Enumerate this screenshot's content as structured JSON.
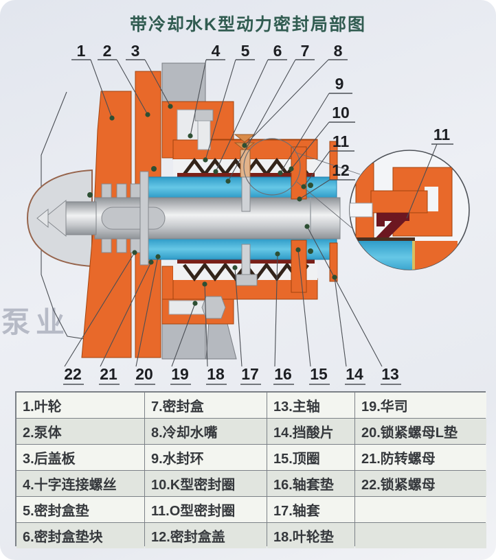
{
  "title": "带冷却水K型动力密封局部图",
  "watermark": "泵业",
  "colors": {
    "casing_orange": "#e8692a",
    "sleeve_blue": "#41b1dc",
    "seal_dark_red": "#6d1721",
    "metal_gray": "#b5b9bf",
    "title_teal": "#315c51",
    "leader_dot_green": "#2d4f33"
  },
  "diagram": {
    "detail_circle_label": "11",
    "callouts": [
      {
        "label": "1",
        "t": [
          118,
          82
        ],
        "u": [
          104,
          87,
          132,
          87
        ],
        "l": [
          132,
          87,
          163,
          172
        ],
        "d": [
          163,
          172
        ]
      },
      {
        "label": "2",
        "t": [
          156,
          82
        ],
        "u": [
          142,
          87,
          170,
          87
        ],
        "l": [
          170,
          87,
          215,
          167
        ],
        "d": [
          215,
          167
        ]
      },
      {
        "label": "3",
        "t": [
          197,
          82
        ],
        "u": [
          183,
          87,
          211,
          87
        ],
        "l": [
          211,
          87,
          248,
          155
        ],
        "d": [
          248,
          155
        ]
      },
      {
        "label": "4",
        "t": [
          314,
          82
        ],
        "u": [
          300,
          87,
          328,
          87
        ],
        "l": [
          300,
          87,
          277,
          198
        ],
        "d": [
          277,
          198
        ]
      },
      {
        "label": "5",
        "t": [
          357,
          82
        ],
        "u": [
          343,
          87,
          371,
          87
        ],
        "l": [
          343,
          87,
          299,
          233
        ],
        "d": [
          299,
          233
        ]
      },
      {
        "label": "6",
        "t": [
          404,
          82
        ],
        "u": [
          390,
          87,
          418,
          87
        ],
        "l": [
          390,
          87,
          314,
          250
        ],
        "d": [
          314,
          250
        ]
      },
      {
        "label": "7",
        "t": [
          444,
          82
        ],
        "u": [
          430,
          87,
          458,
          87
        ],
        "l": [
          430,
          87,
          332,
          264
        ],
        "d": [
          332,
          264
        ]
      },
      {
        "label": "8",
        "t": [
          492,
          82
        ],
        "u": [
          478,
          87,
          506,
          87
        ],
        "l": [
          478,
          87,
          356,
          212
        ],
        "d": [
          356,
          212
        ]
      },
      {
        "label": "9",
        "t": [
          494,
          130
        ],
        "u": [
          479,
          136,
          513,
          136
        ],
        "l": [
          479,
          136,
          408,
          252
        ],
        "d": [
          408,
          252
        ]
      },
      {
        "label": "10",
        "t": [
          496,
          172
        ],
        "u": [
          479,
          178,
          517,
          178
        ],
        "l": [
          479,
          178,
          424,
          246
        ],
        "d": [
          424,
          246
        ]
      },
      {
        "label": "11",
        "t": [
          496,
          214
        ],
        "u": [
          480,
          220,
          516,
          220
        ],
        "l": [
          480,
          220,
          442,
          272
        ],
        "d": [
          442,
          272
        ]
      },
      {
        "label": "12",
        "t": [
          496,
          256
        ],
        "u": [
          480,
          262,
          517,
          262
        ],
        "l": [
          480,
          262,
          436,
          290
        ],
        "d": [
          436,
          290
        ]
      },
      {
        "label": "11",
        "t": [
          643,
          204
        ],
        "u": [
          628,
          210,
          660,
          210
        ],
        "l": [
          636,
          210,
          592,
          318
        ],
        "d": null
      },
      {
        "label": "13",
        "t": [
          568,
          553
        ],
        "u": [
          554,
          560,
          584,
          560
        ],
        "l": [
          556,
          534,
          447,
          330
        ],
        "d": [
          447,
          330
        ]
      },
      {
        "label": "14",
        "t": [
          516,
          553
        ],
        "u": [
          502,
          560,
          532,
          560
        ],
        "l": [
          504,
          534,
          487,
          404
        ],
        "d": [
          487,
          404
        ]
      },
      {
        "label": "15",
        "t": [
          464,
          553
        ],
        "u": [
          450,
          560,
          480,
          560
        ],
        "l": [
          452,
          534,
          434,
          364
        ],
        "d": [
          434,
          364
        ]
      },
      {
        "label": "16",
        "t": [
          412,
          553
        ],
        "u": [
          398,
          560,
          428,
          560
        ],
        "l": [
          400,
          534,
          404,
          370
        ],
        "d": [
          404,
          370
        ]
      },
      {
        "label": "17",
        "t": [
          364,
          553
        ],
        "u": [
          350,
          560,
          380,
          560
        ],
        "l": [
          352,
          534,
          342,
          390
        ],
        "d": [
          342,
          390
        ]
      },
      {
        "label": "18",
        "t": [
          314,
          553
        ],
        "u": [
          300,
          560,
          330,
          560
        ],
        "l": [
          302,
          534,
          298,
          414
        ],
        "d": [
          298,
          414
        ]
      },
      {
        "label": "19",
        "t": [
          262,
          553
        ],
        "u": [
          248,
          560,
          278,
          560
        ],
        "l": [
          250,
          534,
          284,
          442
        ],
        "d": [
          284,
          442
        ]
      },
      {
        "label": "20",
        "t": [
          210,
          553
        ],
        "u": [
          196,
          560,
          226,
          560
        ],
        "l": [
          198,
          534,
          230,
          374
        ],
        "d": [
          230,
          374
        ]
      },
      {
        "label": "21",
        "t": [
          158,
          553
        ],
        "u": [
          144,
          560,
          174,
          560
        ],
        "l": [
          146,
          534,
          220,
          382
        ],
        "d": [
          220,
          382
        ]
      },
      {
        "label": "22",
        "t": [
          106,
          553
        ],
        "u": [
          92,
          560,
          122,
          560
        ],
        "l": [
          94,
          534,
          196,
          368
        ],
        "d": [
          196,
          368
        ]
      }
    ]
  },
  "table": {
    "columns": [
      [
        "1.叶轮",
        "2.泵体",
        "3.后盖板",
        "4.十字连接螺丝",
        "5.密封盒垫",
        "6.密封盒垫块"
      ],
      [
        "7.密封盒",
        "8.冷却水嘴",
        "9.水封环",
        "10.K型密封圈",
        "11.O型密封圈",
        "12.密封盒盖"
      ],
      [
        "13.主轴",
        "14.挡酸片",
        "15.顶圈",
        "16.轴套垫",
        "17.轴套",
        "18.叶轮垫"
      ],
      [
        "19.华司",
        "20.锁紧螺母L垫",
        "21.防转螺母",
        "22.锁紧螺母",
        "",
        ""
      ]
    ]
  }
}
